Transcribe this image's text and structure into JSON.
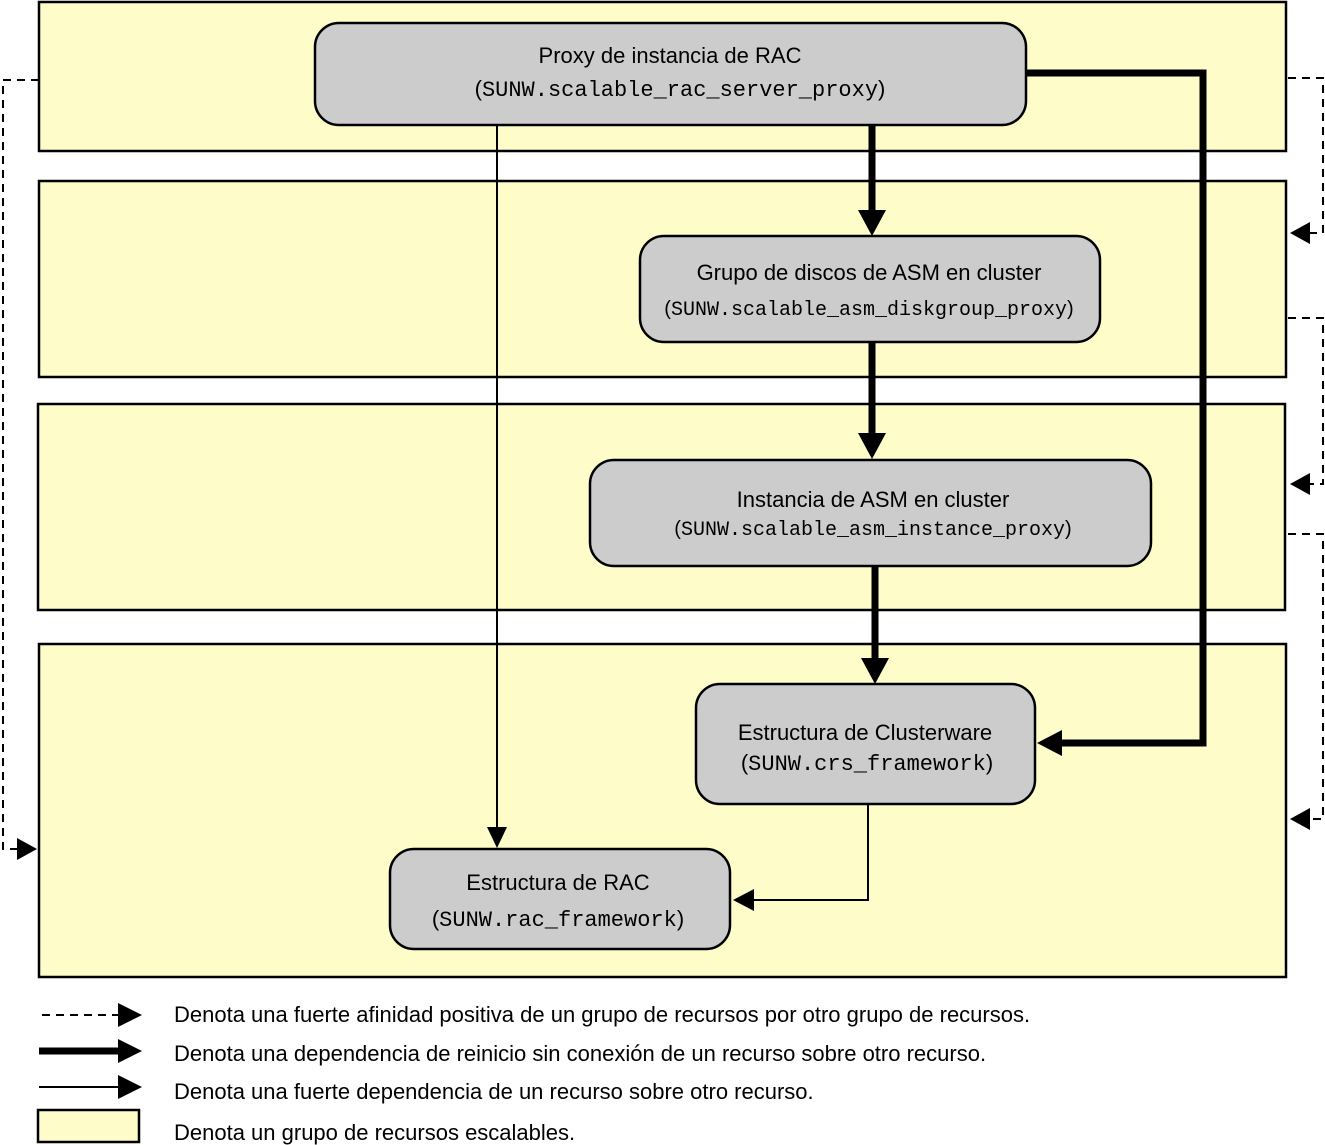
{
  "colors": {
    "group_fill": "#fefdc9",
    "node_fill": "#cccccc",
    "stroke": "#000000",
    "background": "#ffffff"
  },
  "nodes": {
    "rac_proxy": {
      "title": "Proxy de instancia de RAC",
      "type": "SUNW.scalable_rac_server_proxy"
    },
    "asm_diskgroup": {
      "title": "Grupo de discos de ASM en cluster",
      "type": "SUNW.scalable_asm_diskgroup_proxy"
    },
    "asm_instance": {
      "title": "Instancia de ASM en cluster",
      "type": "SUNW.scalable_asm_instance_proxy"
    },
    "crs_framework": {
      "title": "Estructura de Clusterware",
      "type": "SUNW.crs_framework"
    },
    "rac_framework": {
      "title": "Estructura de RAC",
      "type": "SUNW.rac_framework"
    }
  },
  "legend": {
    "affinity": "Denota una fuerte afinidad positiva de un grupo de recursos por otro grupo de recursos.",
    "offline_restart": "Denota una dependencia de reinicio sin conexión de un recurso sobre otro recurso.",
    "strong_dependency": "Denota una fuerte dependencia de un recurso sobre otro recurso.",
    "scalable_group": "Denota un grupo de recursos escalables."
  }
}
